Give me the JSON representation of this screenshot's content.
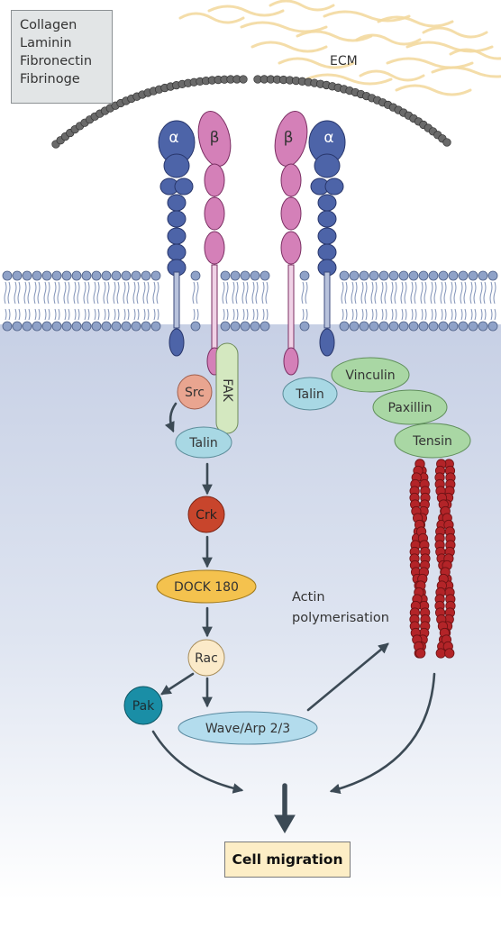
{
  "ecm_components": [
    "Collagen",
    "Laminin",
    "Fibronectin",
    "Fibrinoge"
  ],
  "labels": {
    "ecm": "ECM",
    "alpha": "α",
    "beta": "β",
    "actin_polymerisation": [
      "Actin",
      "polymerisation"
    ]
  },
  "nodes": {
    "src": "Src",
    "fak": "FAK",
    "talin_left": "Talin",
    "crk": "Crk",
    "dock180": "DOCK 180",
    "rac": "Rac",
    "pak": "Pak",
    "wave_arp": "Wave/Arp 2/3",
    "talin_right": "Talin",
    "vinculin": "Vinculin",
    "paxillin": "Paxillin",
    "tensin": "Tensin"
  },
  "outcome": "Cell migration",
  "colors": {
    "cytoplasm": "#c9d2e6",
    "alpha_subunit": "#4d64a8",
    "beta_subunit": "#d480b8",
    "lipid_head": "#8fa2c8",
    "ecm_fiber": "#f3d9a0",
    "ecm_bead": "#6a6a6a",
    "actin": "#b32428",
    "arrow": "#3c4a55",
    "src": "#e9a590",
    "fak": "#d4e8c0",
    "talin": "#a8d8e4",
    "crk": "#c8452c",
    "dock180": "#f4c24e",
    "rac": "#fbeac9",
    "pak": "#1a8ea6",
    "wave_arp": "#b3dced",
    "adhesion_green": "#a9d7a4",
    "outcome_fill": "#fdeec6"
  }
}
